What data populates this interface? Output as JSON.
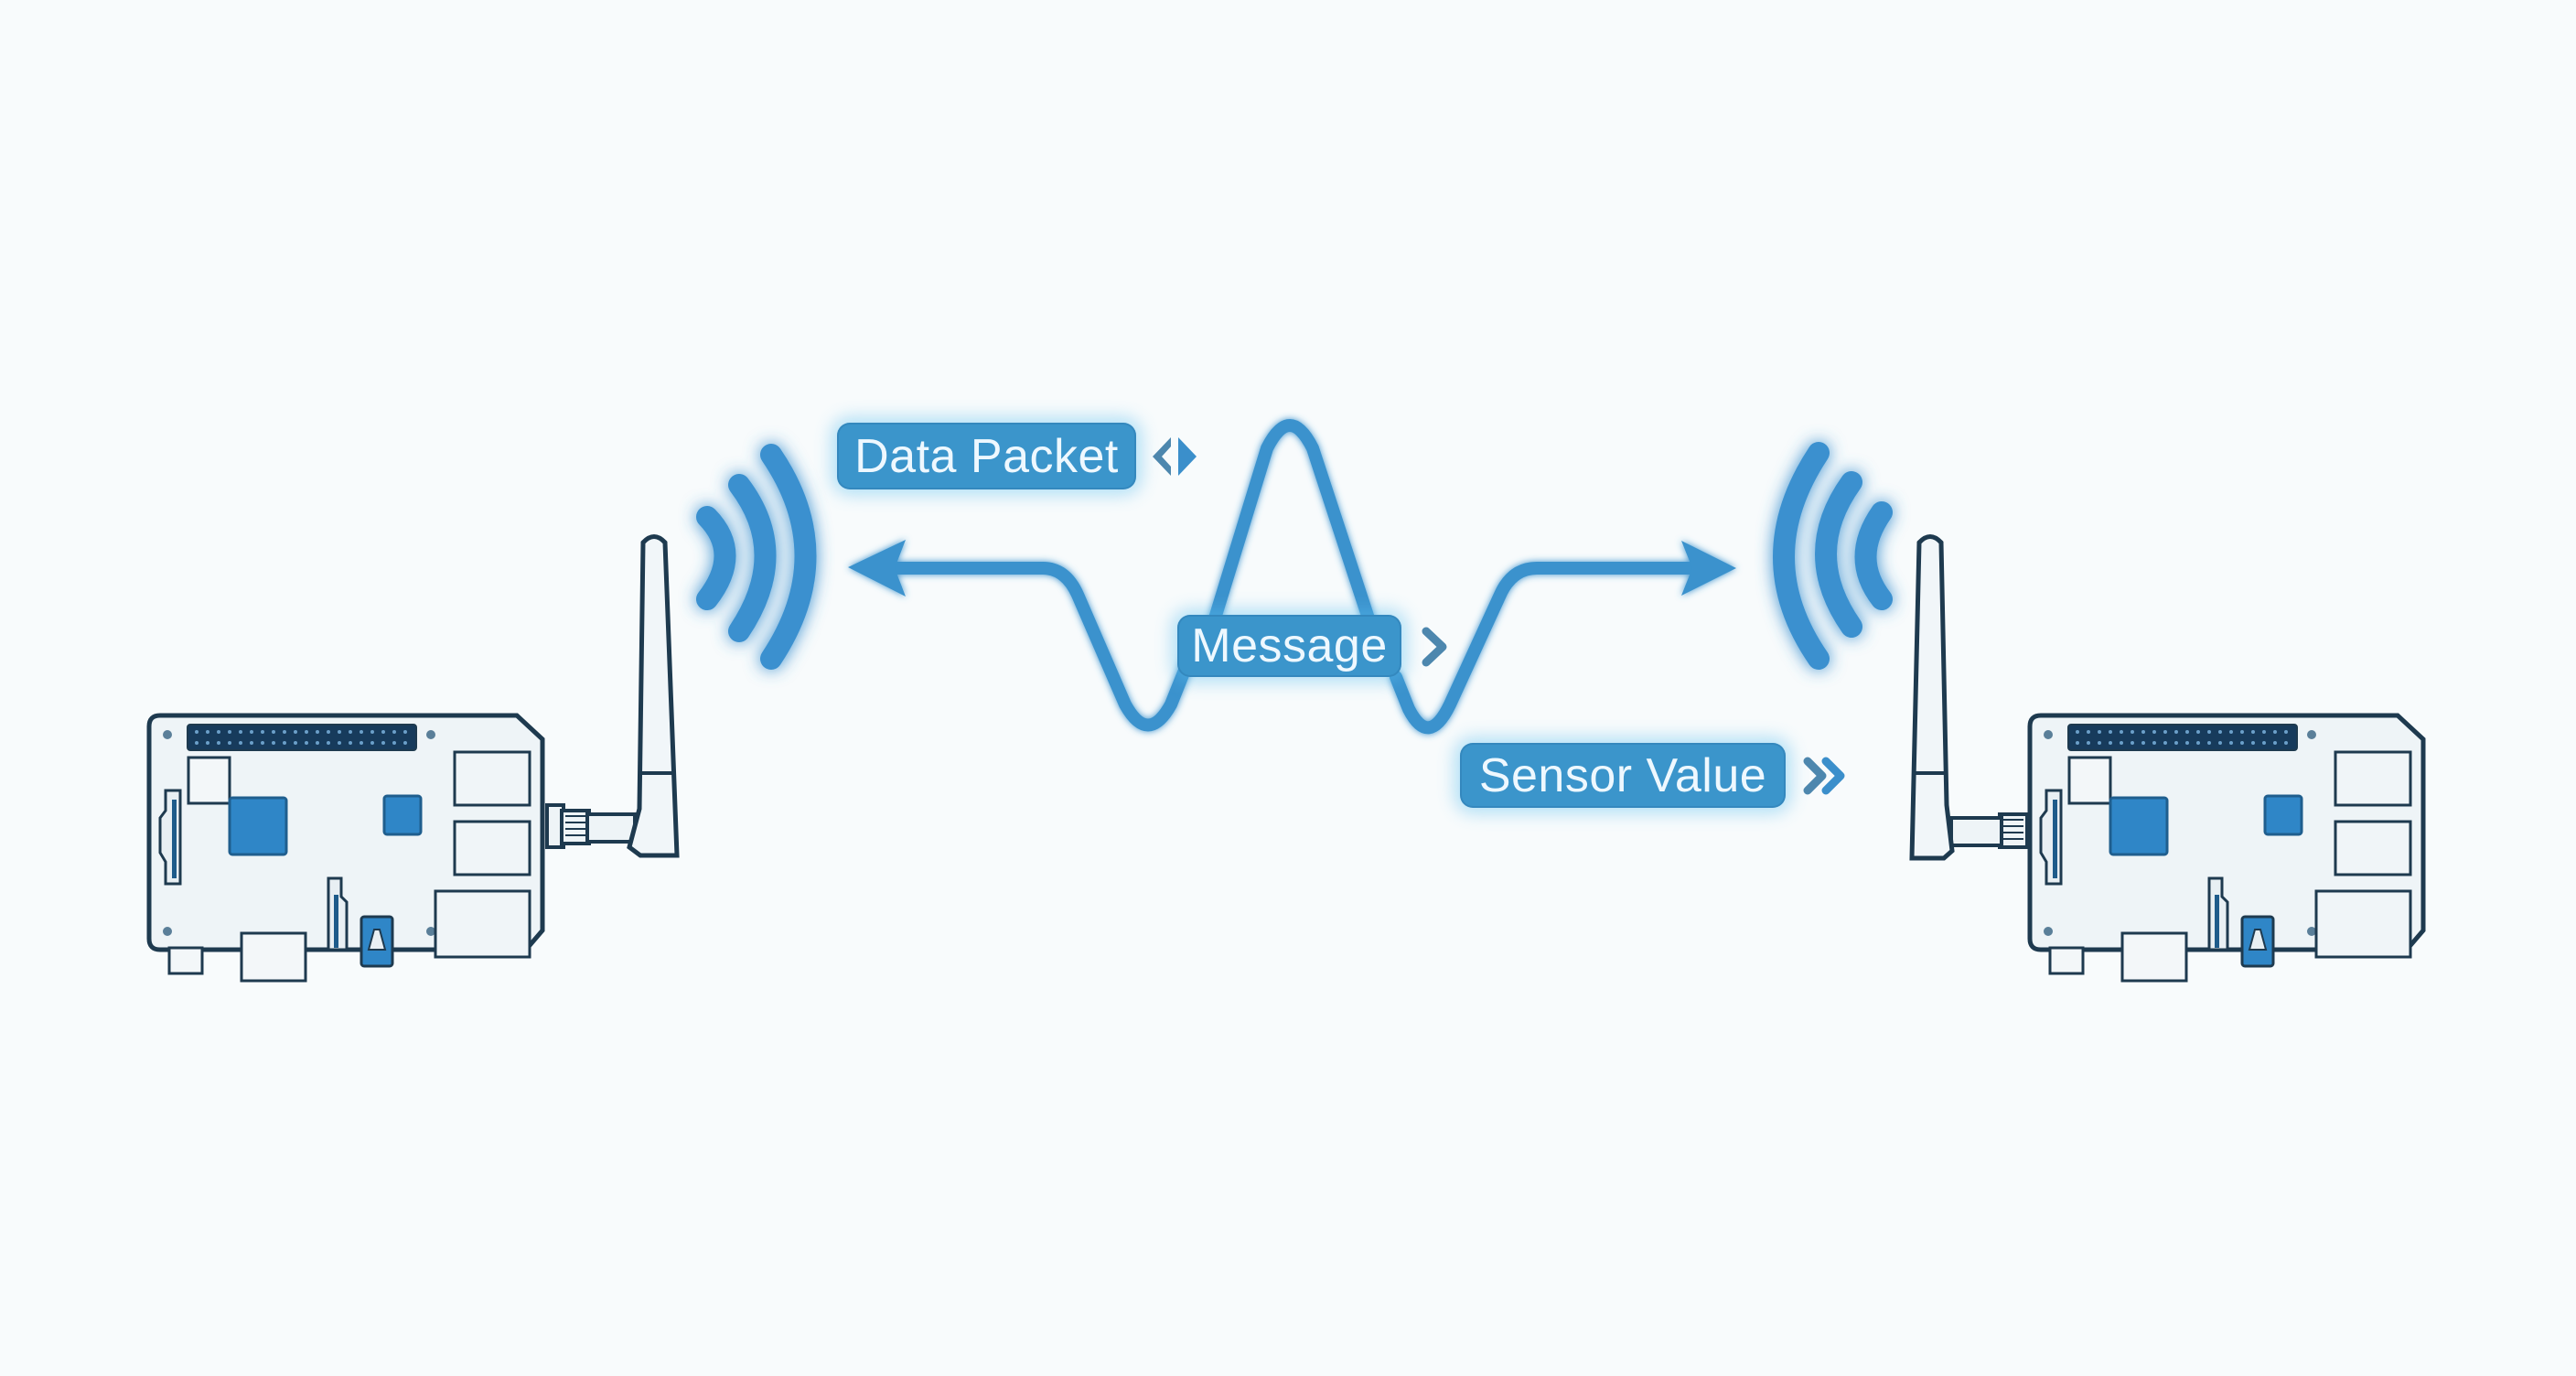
{
  "diagram": {
    "title": "Wireless communication between two single-board computers",
    "colors": {
      "background": "#f8fbfc",
      "accent": "#3b95cb",
      "glow": "#5bbef0",
      "outline": "#1e3a4f",
      "chip": "#2f86c7",
      "board_fill": "#eef4f7"
    },
    "labels": {
      "data_packet": {
        "text": "Data Packet",
        "icon": "code-brackets-icon"
      },
      "message": {
        "text": "Message",
        "icon": "chevron-right-icon"
      },
      "sensor_value": {
        "text": "Sensor Value",
        "icon": "double-chevron-right-icon"
      }
    },
    "nodes": [
      {
        "id": "left-board",
        "type": "single-board-computer",
        "antenna": "right",
        "signal_direction": "right"
      },
      {
        "id": "right-board",
        "type": "single-board-computer",
        "antenna": "left",
        "signal_direction": "left"
      }
    ],
    "edges": [
      {
        "from": "right-board",
        "to": "left-board",
        "style": "wave-arrow",
        "bidirectional": true
      }
    ]
  }
}
